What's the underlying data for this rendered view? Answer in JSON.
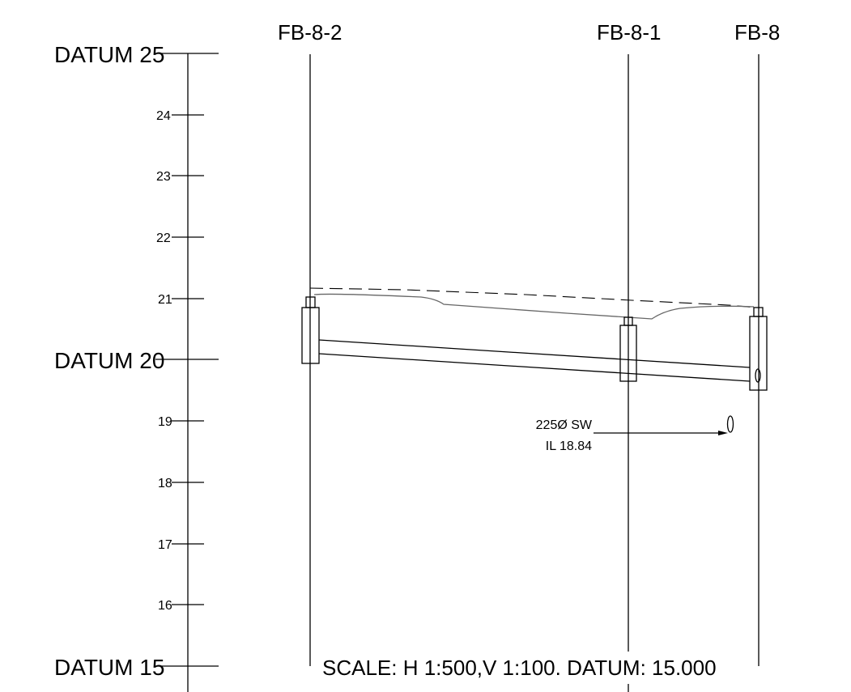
{
  "datums": [
    {
      "label": "DATUM 25",
      "level": 25
    },
    {
      "label": "DATUM 20",
      "level": 20
    },
    {
      "label": "DATUM 15",
      "level": 15
    }
  ],
  "ticks": [
    {
      "label": "24",
      "level": 24
    },
    {
      "label": "23",
      "level": 23
    },
    {
      "label": "22",
      "level": 22
    },
    {
      "label": "21",
      "level": 21
    },
    {
      "label": "19",
      "level": 19
    },
    {
      "label": "18",
      "level": 18
    },
    {
      "label": "17",
      "level": 17
    },
    {
      "label": "16",
      "level": 16
    }
  ],
  "manholes": [
    {
      "name": "FB-8-2",
      "label": "FB-8-2"
    },
    {
      "name": "FB-8-1",
      "label": "FB-8-1"
    },
    {
      "name": "FB-8",
      "label": "FB-8"
    }
  ],
  "note": {
    "line1": "225Ø SW",
    "line2": "IL 18.84"
  },
  "scale_text": "SCALE: H 1:500,V 1:100. DATUM: 15.000"
}
